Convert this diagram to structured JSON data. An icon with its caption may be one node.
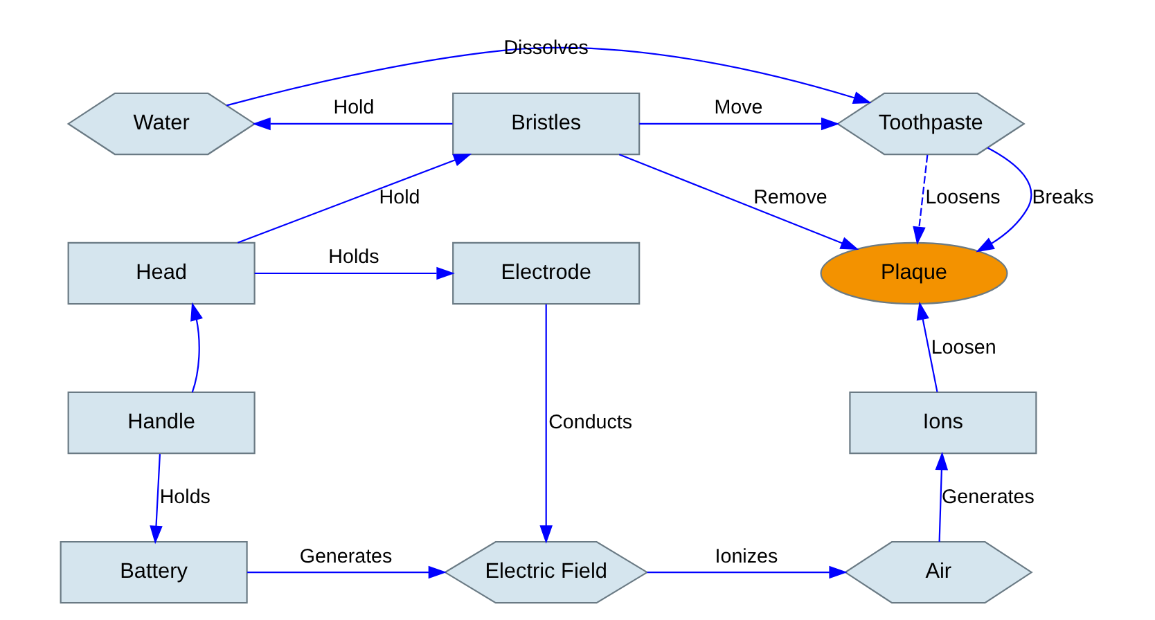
{
  "diagram": {
    "nodes": [
      {
        "text": [
          "Water"
        ]
      },
      {
        "text": [
          "Bristles"
        ]
      },
      {
        "text": [
          "Toothpaste"
        ]
      },
      {
        "text": [
          "Head"
        ]
      },
      {
        "text": [
          "Electrode"
        ]
      },
      {
        "text": [
          "Plaque"
        ]
      },
      {
        "text": [
          "Handle"
        ]
      },
      {
        "text": [
          "Ions"
        ]
      },
      {
        "text": [
          "Battery"
        ]
      },
      {
        "text": [
          "Electric Field"
        ]
      },
      {
        "text": [
          "Air"
        ]
      }
    ],
    "edges": [
      {
        "from": 0,
        "to": 2,
        "arrow": "to",
        "label": "Dissolves"
      },
      {
        "from": 1,
        "to": 0,
        "arrow": "to",
        "label": "Hold"
      },
      {
        "from": 1,
        "to": 2,
        "arrow": "to",
        "label": "Move"
      },
      {
        "from": 1,
        "to": 5,
        "arrow": "to",
        "label": "Remove"
      },
      {
        "from": 2,
        "to": 5,
        "arrow": "to",
        "label": "Loosens",
        "style": "dashed"
      },
      {
        "from": 2,
        "to": 5,
        "arrow": "to",
        "label": "Breaks"
      },
      {
        "from": 3,
        "to": 1,
        "arrow": "to",
        "label": "Hold"
      },
      {
        "from": 3,
        "to": 4,
        "arrow": "to",
        "label": "Holds"
      },
      {
        "from": 6,
        "to": 3,
        "arrow": "to"
      },
      {
        "from": 6,
        "to": 8,
        "arrow": "to",
        "label": "Holds"
      },
      {
        "from": 4,
        "to": 9,
        "arrow": "to",
        "label": "Conducts"
      },
      {
        "from": 8,
        "to": 9,
        "arrow": "to",
        "label": "Generates"
      },
      {
        "from": 9,
        "to": 10,
        "arrow": "to",
        "label": "Ionizes"
      },
      {
        "from": 10,
        "to": 7,
        "arrow": "to",
        "label": "Generates"
      },
      {
        "from": 7,
        "to": 5,
        "arrow": "to",
        "label": "Loosen"
      }
    ]
  }
}
